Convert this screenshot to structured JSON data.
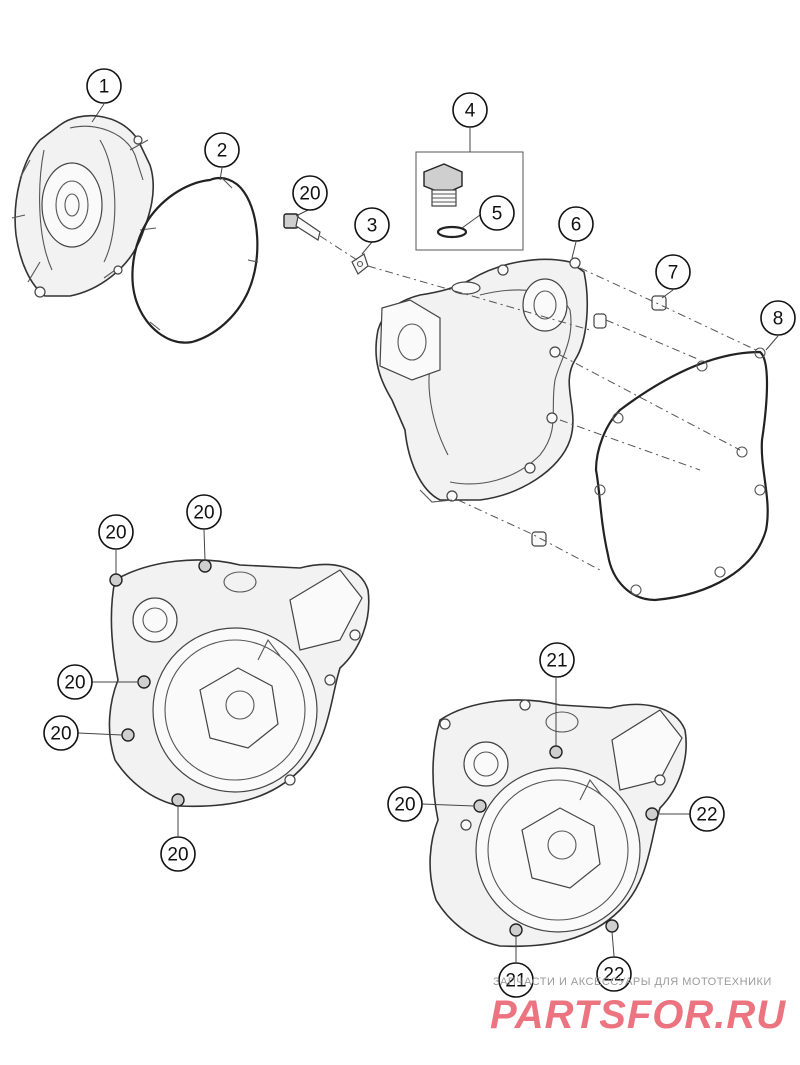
{
  "callouts": {
    "c1": "1",
    "c2": "2",
    "c3": "3",
    "c4": "4",
    "c5": "5",
    "c6": "6",
    "c7": "7",
    "c8": "8",
    "c20": "20",
    "c21": "21",
    "c22": "22"
  },
  "watermark": {
    "subtitle": "ЗАПЧАСТИ И АКСЕССУАРЫ ДЛЯ МОТОТЕХНИКИ",
    "brand": "PARTSFOR.RU"
  },
  "colors": {
    "watermark_brand": "#e64658",
    "line": "#333333"
  }
}
